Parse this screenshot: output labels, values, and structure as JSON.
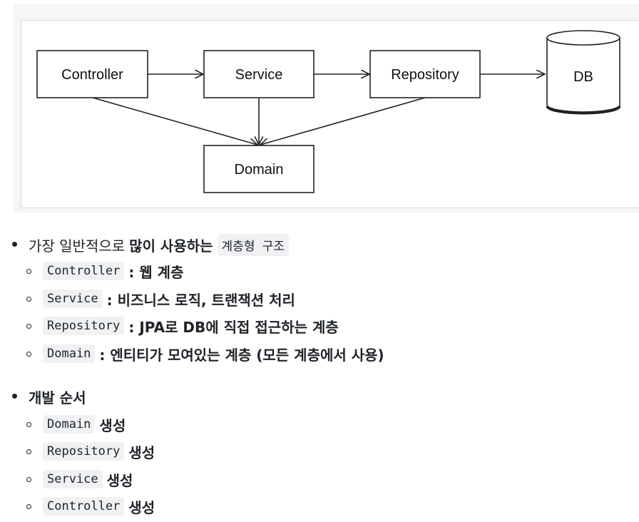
{
  "diagram": {
    "boxes": {
      "controller": "Controller",
      "service": "Service",
      "repository": "Repository",
      "db": "DB",
      "domain": "Domain"
    }
  },
  "layers_section": {
    "intro_prefix": "가장 일반적으로",
    "intro_bold": "많이 사용하는",
    "intro_code": "계층형 구조",
    "items": [
      {
        "code": "Controller",
        "text": ": 웹 계층"
      },
      {
        "code": "Service",
        "text": ": 비즈니스 로직, 트랜잭션 처리"
      },
      {
        "code": "Repository",
        "text": ": JPA로 DB에 직접 접근하는 계층"
      },
      {
        "code": "Domain",
        "text": ": 엔티티가 모여있는 계층 (모든 계층에서 사용)"
      }
    ]
  },
  "order_section": {
    "title": "개발 순서",
    "items": [
      {
        "code": "Domain",
        "text": "생성"
      },
      {
        "code": "Repository",
        "text": "생성"
      },
      {
        "code": "Service",
        "text": "생성"
      },
      {
        "code": "Controller",
        "text": "생성"
      }
    ]
  }
}
